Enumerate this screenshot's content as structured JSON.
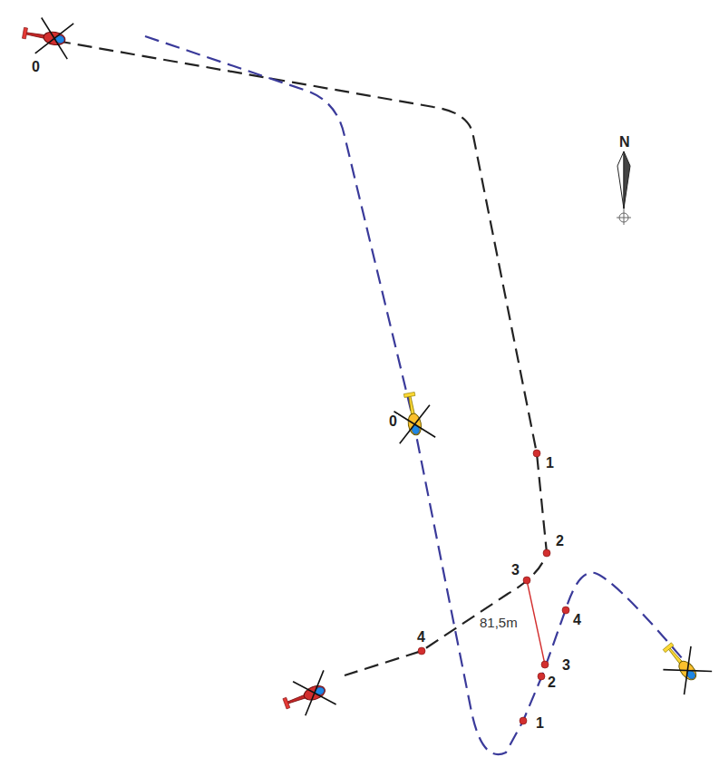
{
  "diagram": {
    "labels": [
      "0",
      "N",
      "0",
      "1",
      "2",
      "3",
      "4",
      "4",
      "81,5m",
      "3",
      "2",
      "1"
    ]
  }
}
